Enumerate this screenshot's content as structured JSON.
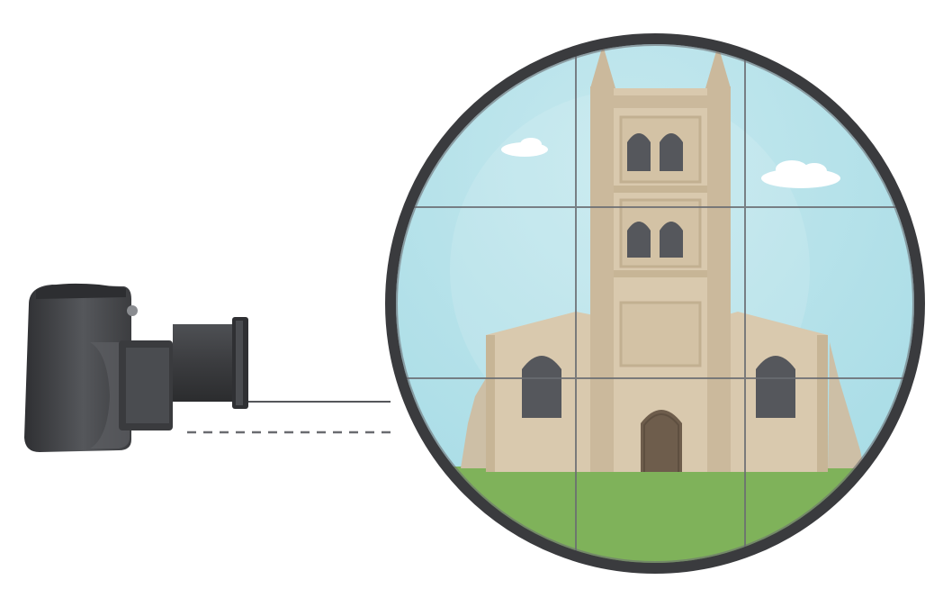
{
  "diagram": {
    "elements": {
      "camera": "camera-icon",
      "viewfinder": "viewfinder-circle",
      "subject": "church-tower",
      "grid": "rule-of-thirds-grid"
    },
    "colors": {
      "sky": "#a9dde6",
      "grass": "#7fb25a",
      "stone": "#d9c9ae",
      "stone_dark": "#c7b596",
      "window": "#55575c",
      "door": "#6e5d4c",
      "lens_ring": "#3a3b3e",
      "camera_body": "#4b4d51",
      "grid_line": "#6a6d72"
    }
  }
}
